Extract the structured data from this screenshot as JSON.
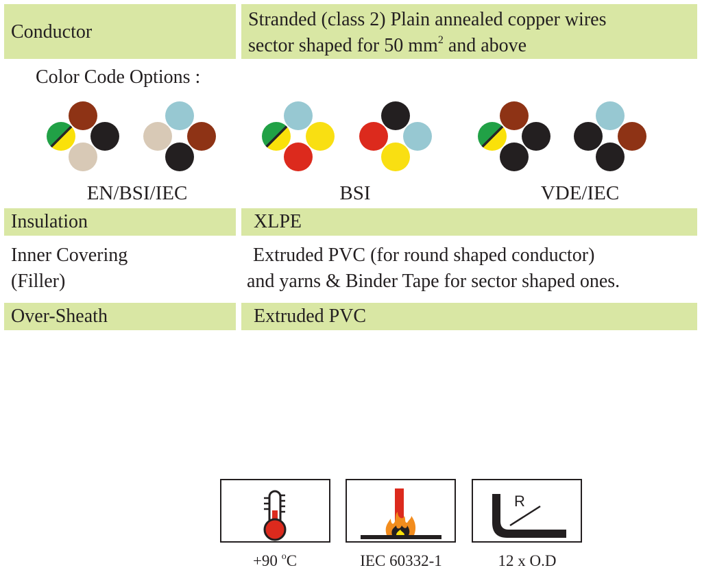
{
  "rows": {
    "conductor": {
      "label": "Conductor",
      "line1": "Stranded (class 2) Plain annealed copper wires",
      "line2_pre": "sector shaped for 50 mm",
      "line2_sup": "2",
      "line2_post": " and above"
    },
    "insulation": {
      "label": "Insulation",
      "value": "XLPE"
    },
    "inner_covering": {
      "label_line1": "Inner Covering",
      "label_line2": "(Filler)",
      "line1": "Extruded PVC (for round shaped conductor)",
      "line2": "and yarns & Binder Tape for sector shaped ones."
    },
    "over_sheath": {
      "label": "Over-Sheath",
      "value": "Extruded PVC"
    }
  },
  "color_code": {
    "title": "Color Code Options :",
    "groups": [
      {
        "label": "EN/BSI/IEC",
        "options": [
          {
            "top": "brown",
            "left": "green-yellow",
            "right": "black",
            "bottom": "grey"
          },
          {
            "top": "blue",
            "left": "grey",
            "right": "brown",
            "bottom": "black"
          }
        ]
      },
      {
        "label": "BSI",
        "options": [
          {
            "top": "blue",
            "left": "green-yellow",
            "right": "yellow",
            "bottom": "red"
          },
          {
            "top": "black",
            "left": "red",
            "right": "blue",
            "bottom": "yellow"
          }
        ]
      },
      {
        "label": "VDE/IEC",
        "options": [
          {
            "top": "brown",
            "left": "green-yellow",
            "right": "black",
            "bottom": "black"
          },
          {
            "top": "blue",
            "left": "black",
            "right": "brown",
            "bottom": "black"
          }
        ]
      }
    ],
    "palette": {
      "brown": "#8e3315",
      "black": "#231f20",
      "grey": "#d8c9b6",
      "blue": "#97c8d2",
      "yellow": "#f9df12",
      "red": "#dc2a1d",
      "green": "#21a146"
    }
  },
  "icons": [
    {
      "name": "thermometer",
      "label_pre": "+90 ",
      "label_sup": "o",
      "label_post": "C"
    },
    {
      "name": "flame",
      "label": "IEC 60332-1"
    },
    {
      "name": "bend-radius",
      "symbol": "R",
      "label": "12 x O.D"
    }
  ],
  "colors": {
    "row_green": "#d9e7a4",
    "text": "#231f20"
  }
}
